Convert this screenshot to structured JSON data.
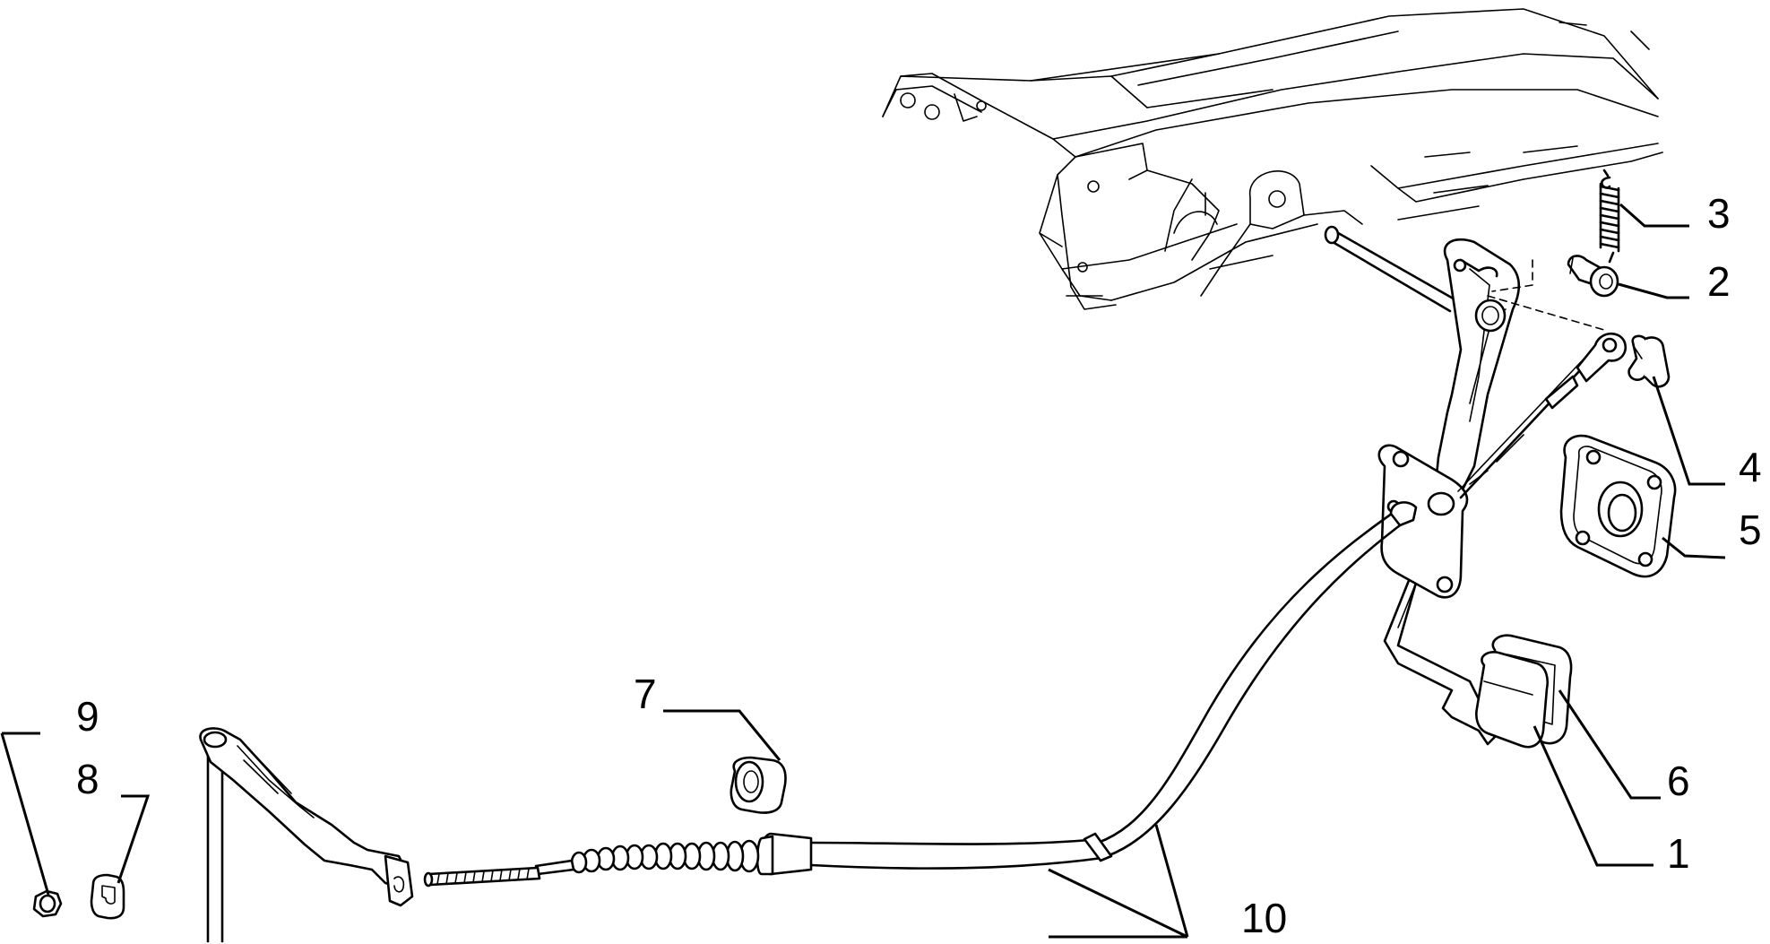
{
  "callouts": [
    {
      "id": "1",
      "label": "1",
      "part": "pedal-lever"
    },
    {
      "id": "2",
      "label": "2",
      "part": "pivot-bolt"
    },
    {
      "id": "3",
      "label": "3",
      "part": "return-spring"
    },
    {
      "id": "4",
      "label": "4",
      "part": "retaining-clip"
    },
    {
      "id": "5",
      "label": "5",
      "part": "mounting-plate"
    },
    {
      "id": "6",
      "label": "6",
      "part": "pedal-pad"
    },
    {
      "id": "7",
      "label": "7",
      "part": "grommet"
    },
    {
      "id": "8",
      "label": "8",
      "part": "clip-nut"
    },
    {
      "id": "9",
      "label": "9",
      "part": "nut"
    },
    {
      "id": "10",
      "label": "10",
      "part": "clutch-cable"
    }
  ],
  "colors": {
    "line": "#000000",
    "background": "#ffffff"
  }
}
